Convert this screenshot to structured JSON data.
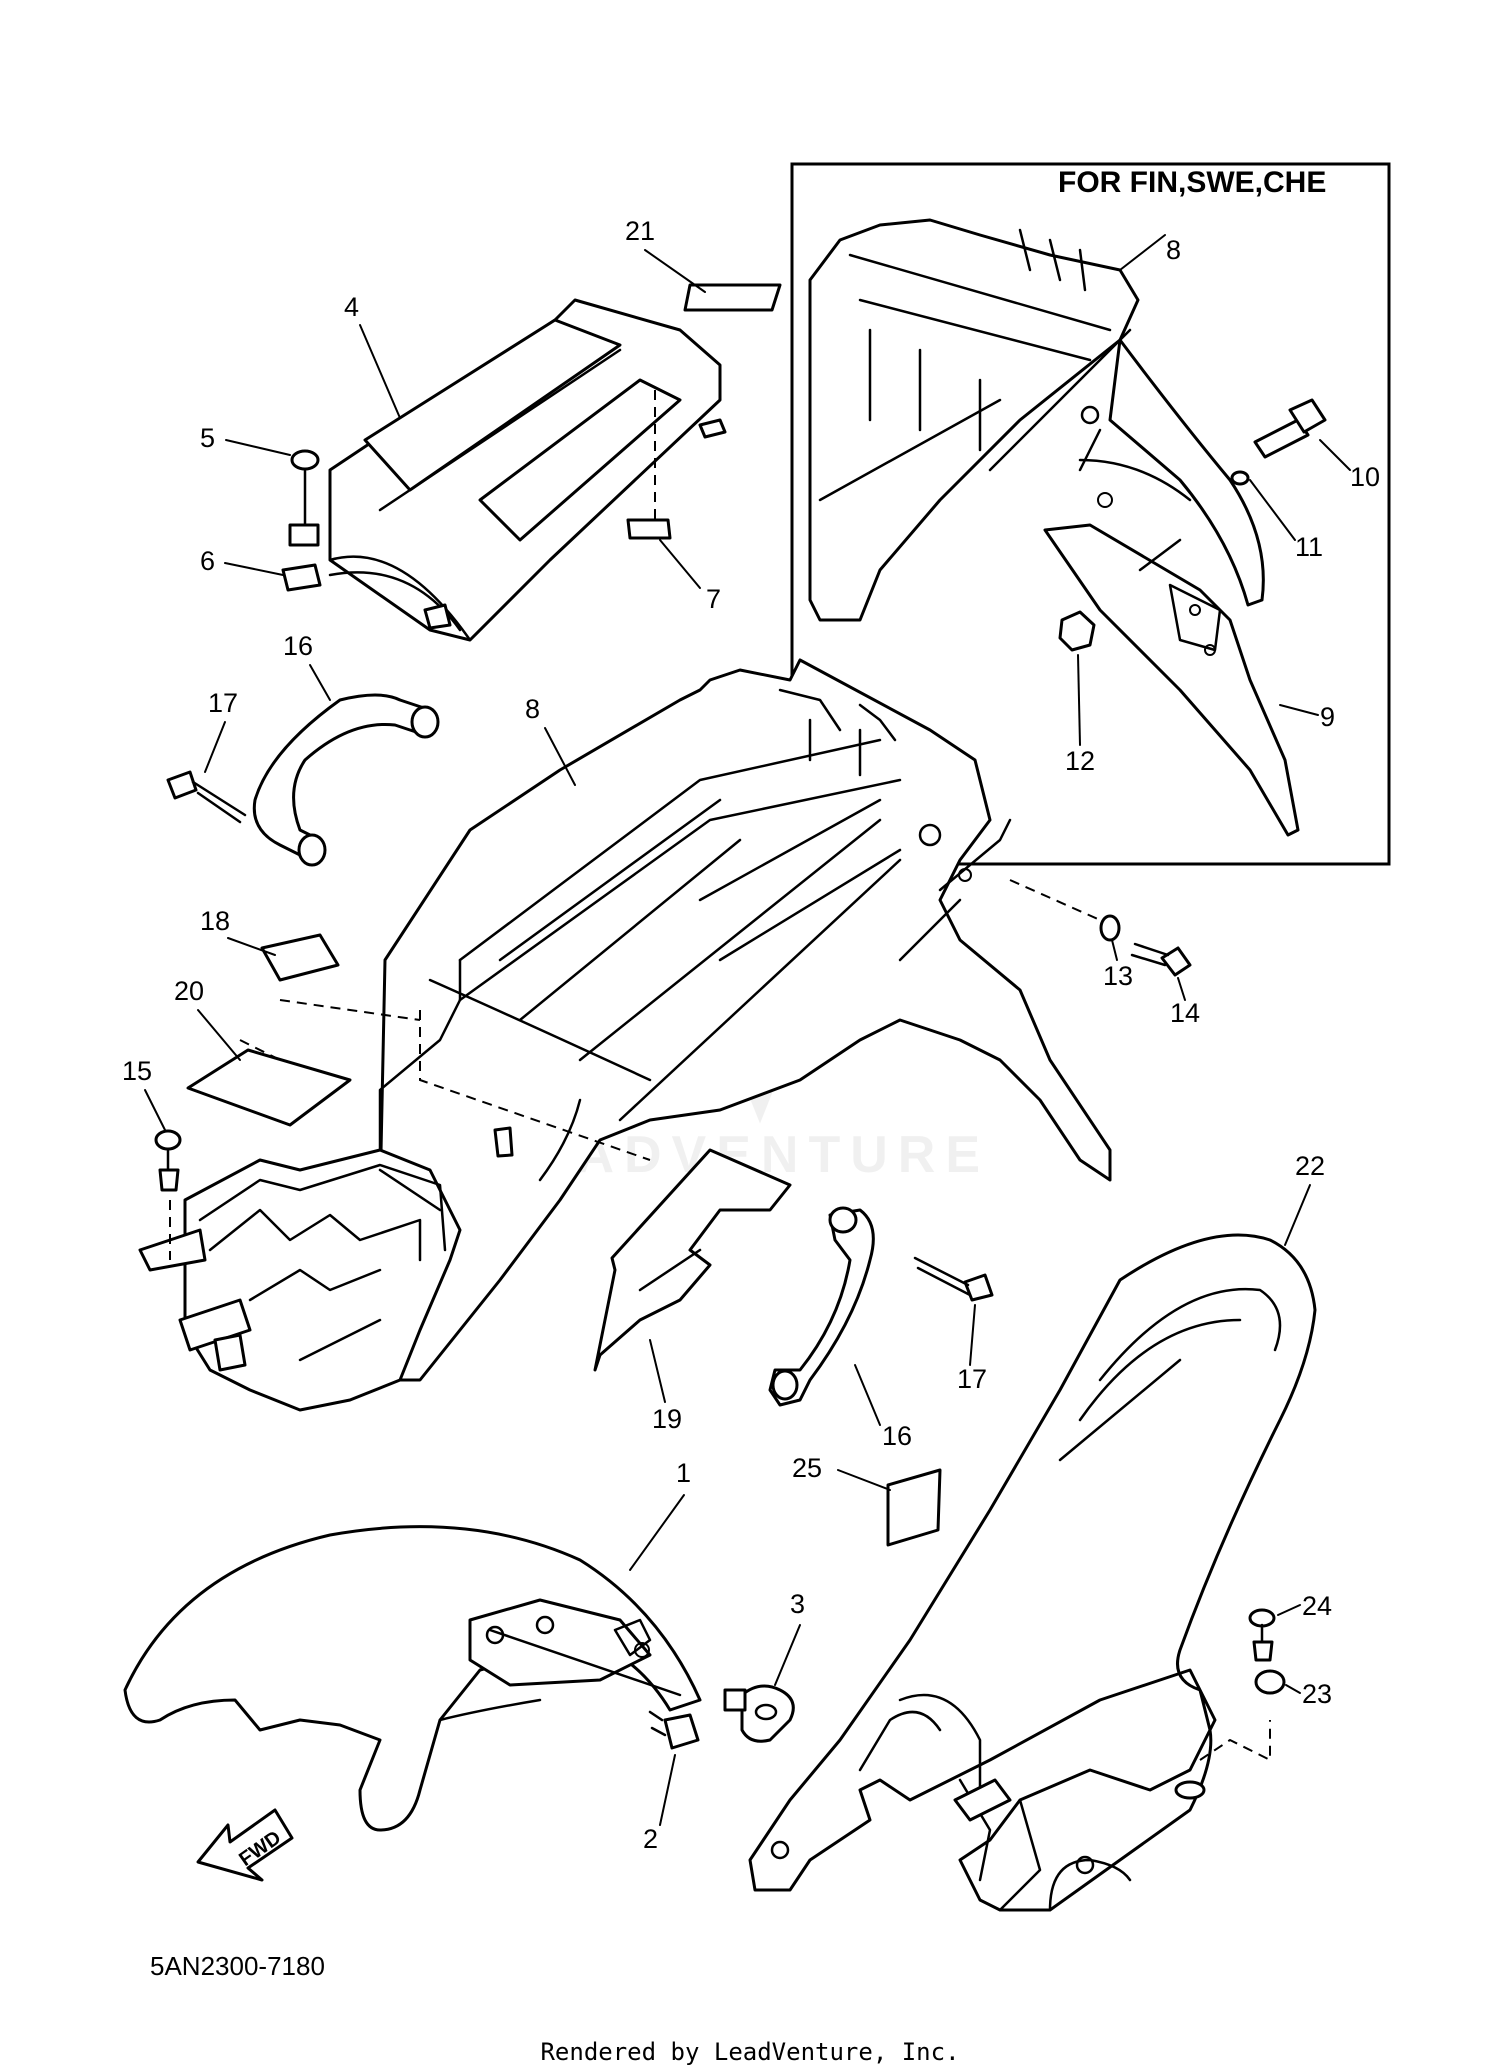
{
  "inset": {
    "title": "FOR FIN,SWE,CHE"
  },
  "diagram_code": "5AN2300-7180",
  "fwd_label": "FWD",
  "watermark": "LEADVENTURE",
  "footer": "Rendered by LeadVenture, Inc.",
  "callouts": {
    "c1": "1",
    "c2": "2",
    "c3": "3",
    "c4": "4",
    "c5": "5",
    "c6": "6",
    "c7": "7",
    "c8_main": "8",
    "c8_inset": "8",
    "c9": "9",
    "c10": "10",
    "c11": "11",
    "c12": "12",
    "c13": "13",
    "c14": "14",
    "c15": "15",
    "c16_a": "16",
    "c16_b": "16",
    "c17_a": "17",
    "c17_b": "17",
    "c18": "18",
    "c19": "19",
    "c20": "20",
    "c21": "21",
    "c22": "22",
    "c23": "23",
    "c24": "24",
    "c25": "25"
  }
}
